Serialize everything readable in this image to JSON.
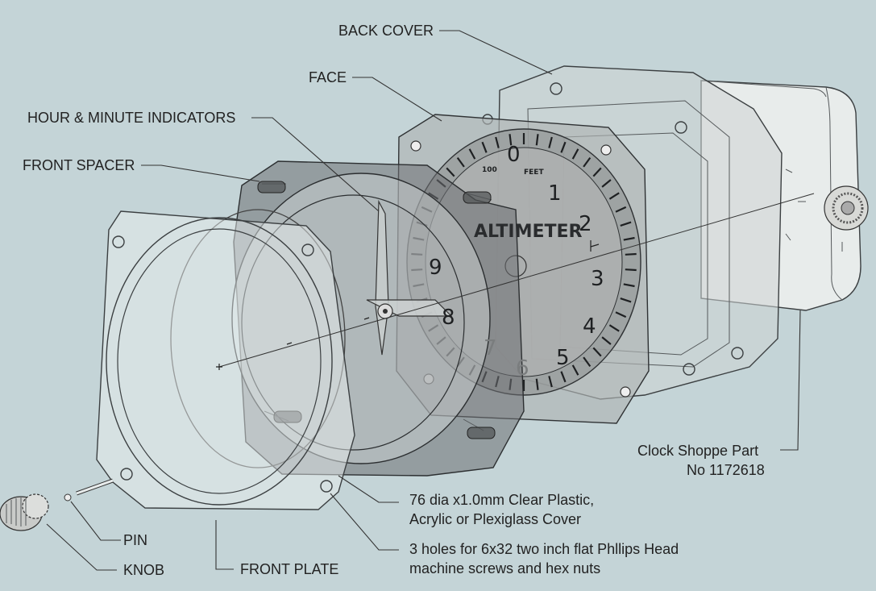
{
  "labels": {
    "back_cover": "BACK COVER",
    "face": "FACE",
    "hour_minute": "HOUR & MINUTE INDICATORS",
    "front_spacer": "FRONT SPACER",
    "pin": "PIN",
    "knob": "KNOB",
    "front_plate": "FRONT PLATE",
    "cover_line1": "76 dia x1.0mm  Clear Plastic,",
    "cover_line2": "Acrylic or Plexiglass Cover",
    "holes_line1": "3 holes for 6x32 two inch flat Phllips Head",
    "holes_line2": "machine screws and hex nuts",
    "part_line1": "Clock Shoppe Part",
    "part_line2": "No 1172618"
  },
  "dial": {
    "title": "ALTIMETER",
    "unit_left": "100",
    "unit_right": "FEET",
    "numerals": [
      "0",
      "1",
      "2",
      "3",
      "4",
      "5",
      "6",
      "7",
      "8",
      "9"
    ]
  },
  "colors": {
    "background": "#c4d4d7",
    "text": "#222222"
  }
}
